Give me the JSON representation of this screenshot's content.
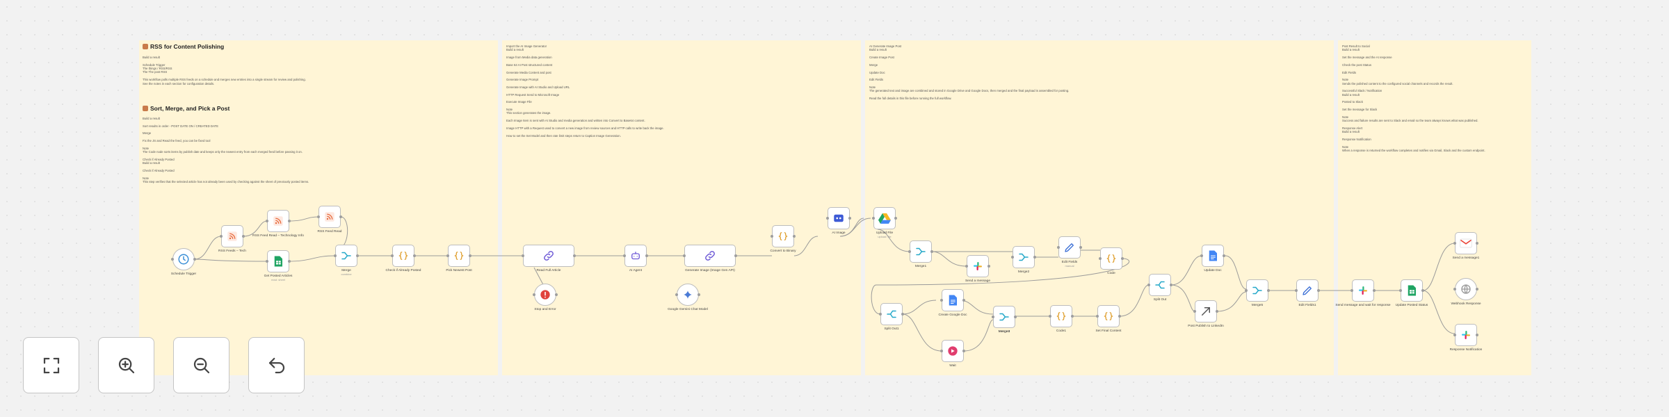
{
  "sticky_notes": [
    {
      "title": "RSS for Content Polishing",
      "text": "Build a result\n\nSchedule Trigger\nThe things / RSS/RSS\nThe The post RSS\n\nThis workflow polls multiple RSS feeds on a schedule and merges new entries into a single stream for review and polishing.\nSee the notes in each section for configuration details.",
      "title2": "Sort, Merge, and Pick a Post",
      "text2": "Build a result\n\nSort results in order - POST DATE ON / CREATED DATE\n\nMerge\n\nFix the JS and Read the feed, you can be fixed tool\n\nNote\nThe Code node sorts items by publish date and keeps only the newest entry from each merged feed before passing it on.\n\nCheck if Already Posted\nBuild a result\n\nCheck if Already Posted\n\nNote\nThis step verifies that the selected article has not already been used by checking against the sheet of previously posted items."
    },
    {
      "title": "",
      "text": "Import the AI Image Generator\nBuild a result\n\nImage from Media data generation\n\nBase 64 AI Post structured content\n\nGenerate Media Content and post\n\nGenerate Image Prompt\n\nGenerate Image with AI Studio and Upload URL\n\nHTTP Request Send to Microsoft Image\n\nExecute Image File\n\nNote\nThis section generates the image.\n\nEach Image Item is sent with AI Studio and media generation and written into Convert to Base64 content.\n\nImage HTTP with a Request used to convert a new image from review sources and HTTP calls to write back the image.\n\nHow to set the Set Model and then rate limit steps return to Caption Image Generation."
    },
    {
      "title": "",
      "text": "AI Generate Image Post\nBuild a result\n\nCreate Image Post\n\nMerge\n\nUpdate Doc\n\nEdit Fields\n\nNote\nThe generated text and image are combined and stored in Google Drive and Google Docs, then merged and the final payload is assembled for posting.\n\nRead the full details in this file before running the full workflow."
    },
    {
      "title": "",
      "text": "Post Result to Social\nBuild a result\n\nSet the message and the AI response\n\nCheck the post Status\n\nEdit Fields\n\nNote\nSends the polished content to the configured social channels and records the result.\n\nSuccessful Slack / Notification\nBuild a result\n\nPosted to Slack\n\nSet the message for Slack\n\nNote\nSuccess and failure results are sent to Slack and email so the team always knows what was published.\n\nResponse Alert\nBuild a result\n\nResponse Notification\n\nNote\nWhen a response is returned the workflow completes and notifies via Gmail, Slack and the custom endpoint."
    }
  ],
  "nodes": [
    {
      "id": "schedule-trigger",
      "label": "Schedule Trigger",
      "sub": "",
      "icon": "clock"
    },
    {
      "id": "rss-feed-1",
      "label": "RSS Feeds – Tech",
      "sub": "",
      "icon": "rss"
    },
    {
      "id": "rss-feed-2",
      "label": "RSS Feed Read – Technology Info",
      "sub": "",
      "icon": "rss"
    },
    {
      "id": "rss-feed-3",
      "label": "RSS Feed Read",
      "sub": "",
      "icon": "rss"
    },
    {
      "id": "sheets-read",
      "label": "Get Posted Articles",
      "sub": "read: sheet",
      "icon": "sheets"
    },
    {
      "id": "merge-feeds",
      "label": "Merge",
      "sub": "combine",
      "icon": "merge"
    },
    {
      "id": "code-check-posted",
      "label": "Check if Already Posted",
      "sub": "",
      "icon": "code"
    },
    {
      "id": "code-select-post",
      "label": "Pick Newest Post",
      "sub": "",
      "icon": "code"
    },
    {
      "id": "http-read-article",
      "label": "Read Full Article",
      "sub": "",
      "icon": "link"
    },
    {
      "id": "stop-error",
      "label": "Stop and Error",
      "sub": "",
      "icon": "error"
    },
    {
      "id": "ai-agent",
      "label": "AI Agent",
      "sub": "",
      "icon": "agent"
    },
    {
      "id": "gemini-model",
      "label": "Google Gemini Chat Model",
      "sub": "",
      "icon": "gemini"
    },
    {
      "id": "http-generate-image",
      "label": "Generate Image (Image Gen API)",
      "sub": "",
      "icon": "link"
    },
    {
      "id": "code-convert",
      "label": "Convert to Binary",
      "sub": "",
      "icon": "code"
    },
    {
      "id": "ai-image",
      "label": "AI Image",
      "sub": "",
      "icon": "robot"
    },
    {
      "id": "drive-upload",
      "label": "Upload File",
      "sub": "upload: file",
      "icon": "drive"
    },
    {
      "id": "merge-media",
      "label": "Merge1",
      "sub": "",
      "icon": "merge"
    },
    {
      "id": "slack-alert-1",
      "label": "Send a message",
      "sub": "",
      "icon": "slack"
    },
    {
      "id": "merge-2",
      "label": "Merge2",
      "sub": "",
      "icon": "merge"
    },
    {
      "id": "edit-fields-1",
      "label": "Edit Fields",
      "sub": "manual",
      "icon": "pencil"
    },
    {
      "id": "code-build",
      "label": "Code",
      "sub": "",
      "icon": "code"
    },
    {
      "id": "split-1",
      "label": "Split Out",
      "sub": "",
      "icon": "split"
    },
    {
      "id": "merge-docs",
      "label": "Merge3",
      "sub": "",
      "icon": "merge"
    },
    {
      "id": "docs-create",
      "label": "Create Google Doc",
      "sub": "",
      "icon": "docs"
    },
    {
      "id": "wait-node",
      "label": "Wait",
      "sub": "",
      "icon": "wait"
    },
    {
      "id": "merge-4",
      "label": "Merge4",
      "sub": "",
      "icon": "merge"
    },
    {
      "id": "code-2",
      "label": "Code1",
      "sub": "",
      "icon": "code"
    },
    {
      "id": "code-3",
      "label": "Set Final Content",
      "sub": "",
      "icon": "code"
    },
    {
      "id": "split-2",
      "label": "Split Out1",
      "sub": "",
      "icon": "split"
    },
    {
      "id": "docs-update",
      "label": "Update Doc",
      "sub": "",
      "icon": "docs"
    },
    {
      "id": "linkedin-post",
      "label": "Post Publish to LinkedIn",
      "sub": "",
      "icon": "arrow"
    },
    {
      "id": "merge-final",
      "label": "Merge5",
      "sub": "",
      "icon": "merge"
    },
    {
      "id": "edit-fields-2",
      "label": "Edit Fields1",
      "sub": "",
      "icon": "pencil"
    },
    {
      "id": "slack-notify",
      "label": "Send message and wait for response",
      "sub": "",
      "icon": "slack"
    },
    {
      "id": "sheets-append",
      "label": "Update Posted Status",
      "sub": "",
      "icon": "sheets"
    },
    {
      "id": "gmail-send",
      "label": "Send a message1",
      "sub": "",
      "icon": "gmail"
    },
    {
      "id": "http-webhook",
      "label": "Webhook Response",
      "sub": "",
      "icon": "webhook"
    },
    {
      "id": "slack-final",
      "label": "Response Notification",
      "sub": "",
      "icon": "slack"
    }
  ],
  "controls": {
    "fit_view": "fit-view-icon",
    "zoom_in": "zoom-in-icon",
    "zoom_out": "zoom-out-icon",
    "reset": "reset-zoom-icon"
  }
}
